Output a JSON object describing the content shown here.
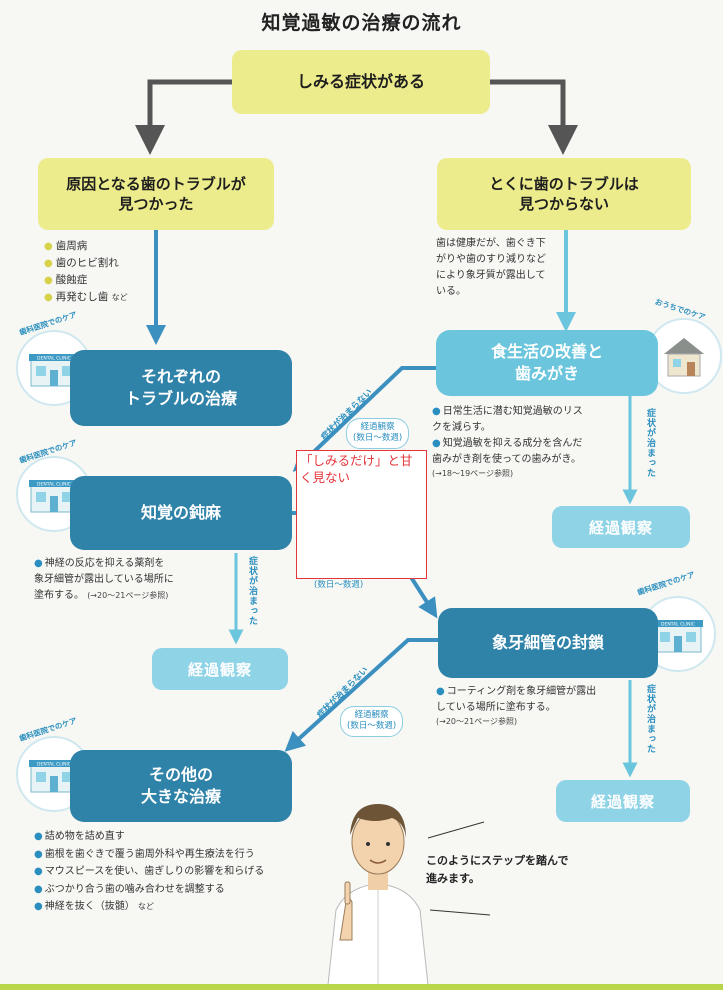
{
  "title": "知覚過敏の治療の流れ",
  "top_box": "しみる症状がある",
  "left_branch": {
    "title_line1": "原因となる歯のトラブルが",
    "title_line2": "見つかった",
    "causes": [
      "歯周病",
      "歯のヒビ割れ",
      "酸蝕症",
      "再発むし歯"
    ],
    "causes_suffix": "など"
  },
  "right_branch": {
    "title_line1": "とくに歯のトラブルは",
    "title_line2": "見つからない",
    "desc": [
      "歯は健康だが、歯ぐき下",
      "がりや歯のすり減りなど",
      "により象牙質が露出して",
      "いる。"
    ]
  },
  "clinic_label": "歯科医院でのケア",
  "home_label": "おうちでのケア",
  "clinic_sign": "DENTAL CLINIC",
  "boxes": {
    "trouble_treatment": [
      "それぞれの",
      "トラブルの治療"
    ],
    "diet_brushing": [
      "食生活の改善と",
      "歯みがき"
    ],
    "desensitize": "知覚の鈍麻",
    "seal": "象牙細管の封鎖",
    "other": [
      "その他の",
      "大きな治療"
    ]
  },
  "observation": "経過観察",
  "diet_notes": [
    [
      "日常生活に潜む知覚過敏のリス",
      "クを減らす。"
    ],
    [
      "知覚過敏を抑える成分を含んだ",
      "歯みがき剤を使っての歯みがき。"
    ]
  ],
  "diet_ref": "(→18〜19ページ参照)",
  "desens_notes": [
    "神経の反応を抑える薬剤を",
    "象牙細管が露出している場所に",
    "塗布する。"
  ],
  "desens_ref": "(→20〜21ページ参照)",
  "seal_notes": [
    "コーティング剤を象牙細管が露出",
    "している場所に塗布する。"
  ],
  "seal_ref": "(→20〜21ページ参照)",
  "other_notes": [
    "詰め物を詰め直す",
    "歯根を歯ぐきで覆う歯周外科や再生療法を行う",
    "マウスピースを使い、歯ぎしりの影響を和らげる",
    "ぶつかり合う歯の噛み合わせを調整する",
    "神経を抜く（抜髄）"
  ],
  "other_suffix": "など",
  "improved": "症状が治まった",
  "not_improved": "症状が治まらない",
  "period_line1": "経過観察",
  "period_line2": "(数日〜数週)",
  "red_note": "「しみるだけ」と甘く見ない",
  "speech": [
    "このようにステップを踏んで",
    "進みます。"
  ],
  "colors": {
    "yellow": "#ecec8c",
    "dark_blue": "#2f82a8",
    "light_blue": "#6bc6dd",
    "observation": "#8fd3e6",
    "arrow_gray": "#555555",
    "arrow_blue": "#3c90c0",
    "red": "#e3343a"
  }
}
